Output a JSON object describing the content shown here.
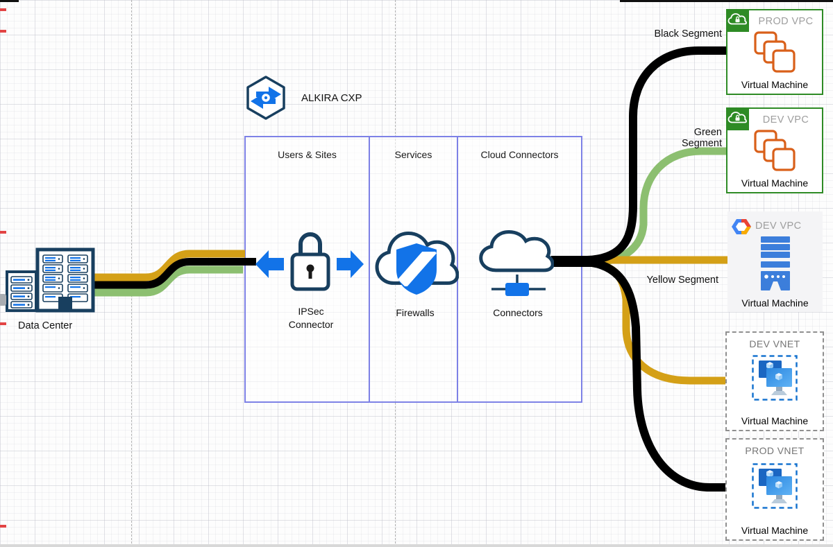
{
  "logo": {
    "label": "ALKIRA CXP"
  },
  "data_center": {
    "label": "Data Center"
  },
  "cxp_columns": {
    "col1": "Users & Sites",
    "col2": "Services",
    "col3": "Cloud Connectors"
  },
  "services": {
    "ipsec": "IPSec Connector",
    "firewalls": "Firewalls",
    "connectors": "Connectors"
  },
  "segments": {
    "black": "Black Segment",
    "green": "Green Segment",
    "yellow": "Yellow Segment"
  },
  "cloud_boxes": {
    "prod_vpc": {
      "title": "PROD VPC",
      "vm": "Virtual Machine",
      "provider_icon": "aws-vpc-icon"
    },
    "dev_vpc": {
      "title": "DEV VPC",
      "vm": "Virtual Machine",
      "provider_icon": "aws-vpc-icon"
    },
    "dev_vpc_gcp": {
      "title": "DEV VPC",
      "vm": "Virtual Machine",
      "provider_icon": "gcp-hexagon-icon"
    },
    "dev_vnet": {
      "title": "DEV VNET",
      "vm": "Virtual Machine",
      "provider_icon": "azure-vm-icon"
    },
    "prod_vnet": {
      "title": "PROD VNET",
      "vm": "Virtual Machine",
      "provider_icon": "azure-vm-icon"
    }
  },
  "colors": {
    "black_segment": "#000000",
    "green_segment": "#8cbf70",
    "yellow_segment": "#d4a017",
    "aws_green": "#2e8b25",
    "aws_orange": "#d9601a",
    "azure_blue": "#1673cf",
    "navy_outline": "#183f5f",
    "accent_blue": "#1273e8",
    "cxp_border": "#7d81e6"
  }
}
